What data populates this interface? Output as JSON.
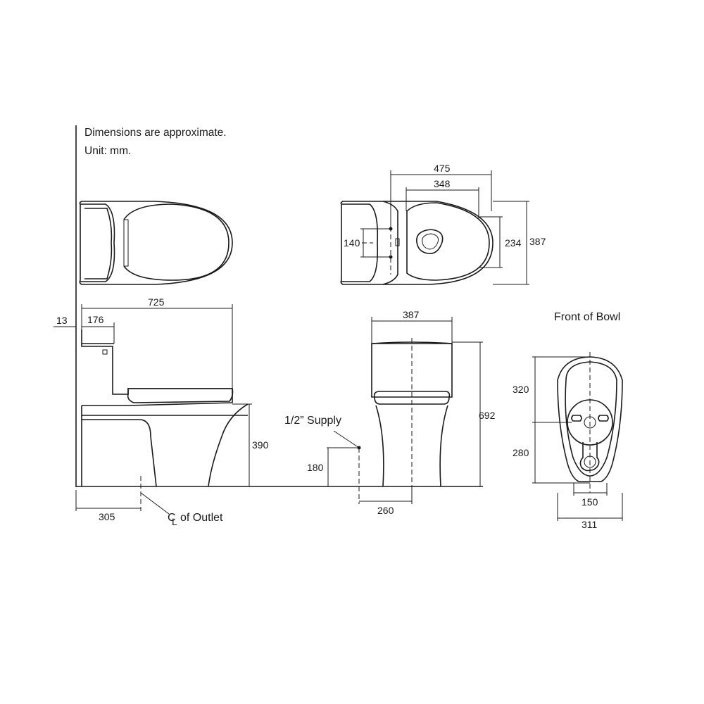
{
  "notes": {
    "approx": "Dimensions are approximate.",
    "unit": "Unit: mm."
  },
  "labels": {
    "supply": "1/2” Supply",
    "outlet": "of Outlet",
    "outlet_symbol": "CL",
    "front_of_bowl": "Front of Bowl"
  },
  "dims": {
    "top_475": "475",
    "top_348": "348",
    "top_140": "140",
    "top_234": "234",
    "top_387": "387",
    "side_725": "725",
    "side_13": "13",
    "side_176": "176",
    "side_390": "390",
    "side_305": "305",
    "front_387": "387",
    "front_692": "692",
    "front_180": "180",
    "front_260": "260",
    "bowl_320": "320",
    "bowl_280": "280",
    "bowl_150": "150",
    "bowl_311": "311"
  }
}
